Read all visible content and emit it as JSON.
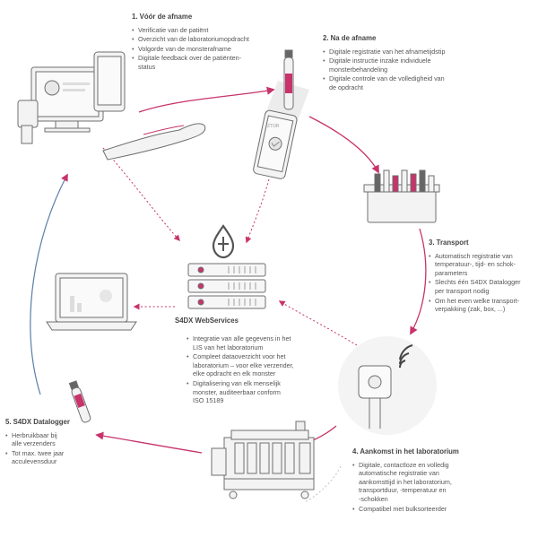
{
  "steps": [
    {
      "title": "1. Vóór de afname",
      "bullets": [
        "Verificatie van de patiënt",
        "Overzicht van de laboratoriumopdracht",
        "Volgorde van de monsterafname",
        "Digitale feedback over de patiënten-\nstatus"
      ]
    },
    {
      "title": "2. Na de afname",
      "bullets": [
        "Digitale registratie van het afnametijdstip",
        "Digitale instructie inzake individuele\nmonsterbehandeling",
        "Digitale controle van de volledigheid van\nde opdracht"
      ]
    },
    {
      "title": "3. Transport",
      "bullets": [
        "Automatisch registratie van\ntemperatuur-, tijd- en schok-\nparameters",
        "Slechts één S4DX Datalogger\nper transport nodig",
        "Om het even welke transport-\nverpakking (zak, box, ...)"
      ]
    },
    {
      "title": "4. Aankomst in het laboratorium",
      "bullets": [
        "Digitale, contactloze en volledig\nautomatische registratie van\naankomsttijd in het laboratorium,\ntransportduur, -temperatuur en\n-schokken",
        "Compatibel met bulksorteerder"
      ]
    },
    {
      "title": "5. S4DX Datalogger",
      "bullets": [
        "Herbruikbaar bij\nalle verzenders",
        "Tot max. twee jaar\nacculevensduur"
      ]
    }
  ],
  "center": {
    "title": "S4DX WebServices",
    "bullets": [
      "Integratie van alle gegevens in het\nLIS van het laboratorium",
      "Compleet dataoverzicht voor het\nlaboratorium – voor elke verzender,\nelke opdracht en elk monster",
      "Digitalisering van elk menselijk\nmonster, auditeerbaar conform\nISO 15189"
    ]
  },
  "phone_label": "ZTOR",
  "colors": {
    "accent": "#c8336b",
    "line": "#6f6f6f",
    "fill": "#f3f3f3",
    "dotted": "#c8336b"
  }
}
